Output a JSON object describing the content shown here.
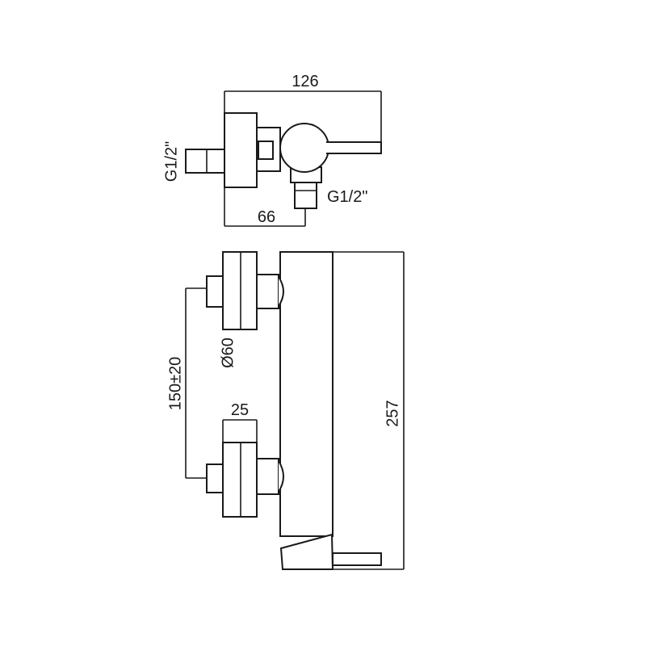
{
  "top_view": {
    "width_dim": "126",
    "inlet_thread": "G1/2\"",
    "outlet_thread": "G1/2\"",
    "offset_dim": "66"
  },
  "front_view": {
    "flange_diameter": "Ø60",
    "inlet_spacing": "150±20",
    "flange_depth": "25",
    "height_dim": "257"
  }
}
